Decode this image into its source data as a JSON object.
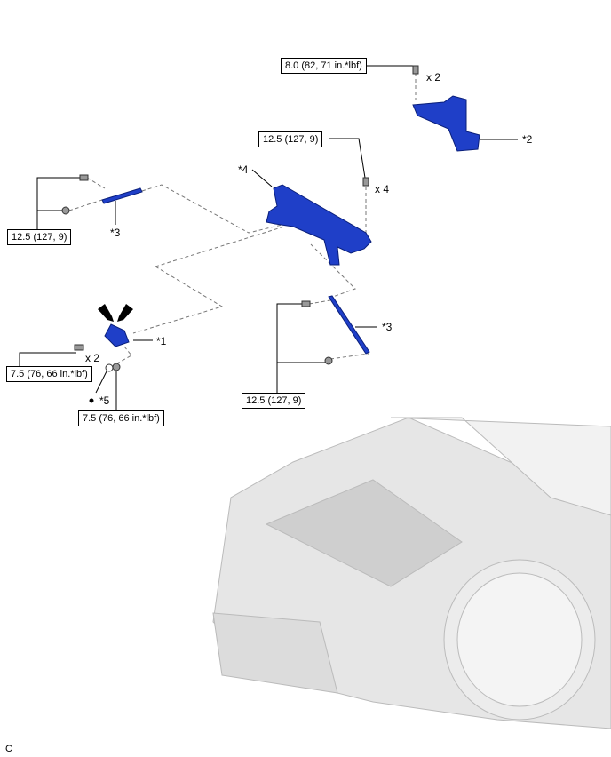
{
  "torque_labels": {
    "t_air_duct": "8.0 (82, 71 in.*lbf)",
    "t_support_top": "12.5 (127, 9)",
    "t_brace_left": "12.5 (127, 9)",
    "t_brace_right": "12.5 (127, 9)",
    "t_lock_bolts": "7.5 (76, 66 in.*lbf)",
    "t_lock_nut": "7.5 (76, 66 in.*lbf)"
  },
  "callouts": {
    "c1": "*1",
    "c2": "*2",
    "c3_left": "*3",
    "c3_right": "*3",
    "c4": "*4",
    "c5": "*5"
  },
  "quantities": {
    "q_duct": "x 2",
    "q_support": "x 4",
    "q_lock": "x 2"
  },
  "corner_label": "C",
  "colors": {
    "part": "#1f3fc8",
    "car": "#d8d8d8"
  }
}
